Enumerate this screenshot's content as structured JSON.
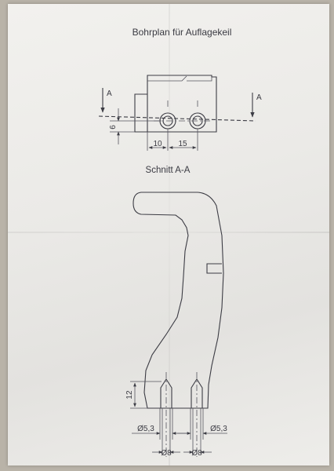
{
  "title": "Bohrplan für Auflagekeil",
  "section_title": "Schnitt A-A",
  "section_marker_left": "A",
  "section_marker_right": "A",
  "dimensions": {
    "dim_6": "6",
    "dim_10": "10",
    "dim_15": "15",
    "dim_12": "12",
    "dim_d53_left": "Ø5,3",
    "dim_d53_right": "Ø5,3",
    "dim_d8_left": "Ø8",
    "dim_d8_right": "Ø8"
  },
  "colors": {
    "ink": "#3c3c44",
    "paper": "#ecebe8",
    "background": "#b9b3a8"
  }
}
